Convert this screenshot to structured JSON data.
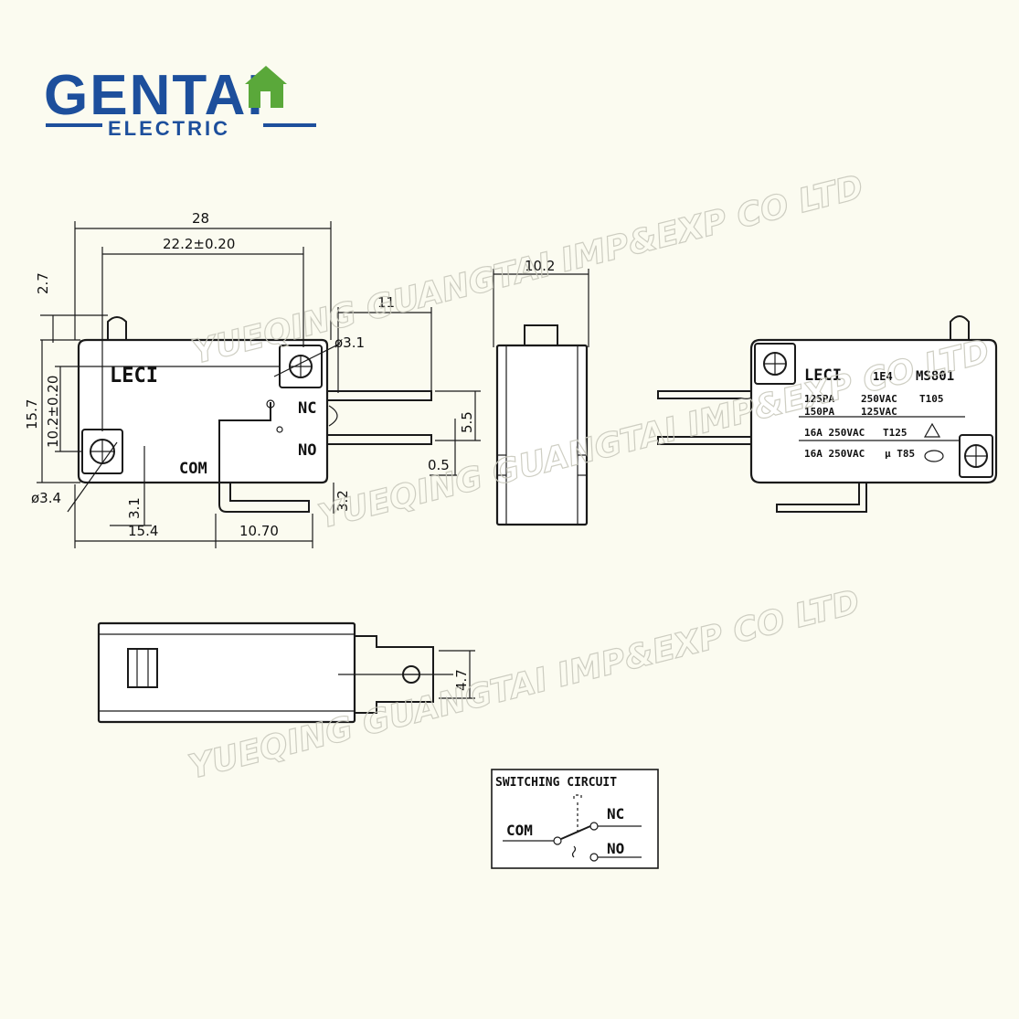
{
  "logo": {
    "brand": "GENTAI",
    "sub": "ELECTRIC",
    "blue": "#1d4f9c",
    "green": "#5aa83a"
  },
  "watermark": "YUEQING GUANGTAI IMP&EXP CO LTD",
  "front_view": {
    "dims": {
      "overall_width": "28",
      "hole_spacing": "22.2±0.20",
      "top_offset": "2.7",
      "height": "15.7",
      "hole_vertical": "10.2±0.20",
      "hole_dia_small": "ø3.1",
      "hole_dia_large": "ø3.4",
      "terminal_length": "11",
      "terminal_pitch": "5.5",
      "terminal_thickness": "0.5",
      "bottom_offset_left": "3.1",
      "bottom_offset_right": "3.2",
      "com_position": "15.4",
      "com_width": "10.70"
    },
    "labels": {
      "brand": "LECI",
      "nc": "NC",
      "no": "NO",
      "com": "COM"
    }
  },
  "side_view": {
    "width": "10.2"
  },
  "back_view": {
    "brand": "LECI",
    "code": "1E4",
    "model": "MS801",
    "rows": [
      [
        "125PA",
        "250VAC",
        "T105"
      ],
      [
        "150PA",
        "125VAC",
        ""
      ],
      [
        "16A 250VAC",
        "T125",
        ""
      ],
      [
        "16A 250VAC",
        "µ T85",
        ""
      ]
    ]
  },
  "bottom_view": {
    "dim": "4.7"
  },
  "circuit": {
    "title": "SWITCHING CIRCUIT",
    "com": "COM",
    "nc": "NC",
    "no": "NO"
  }
}
